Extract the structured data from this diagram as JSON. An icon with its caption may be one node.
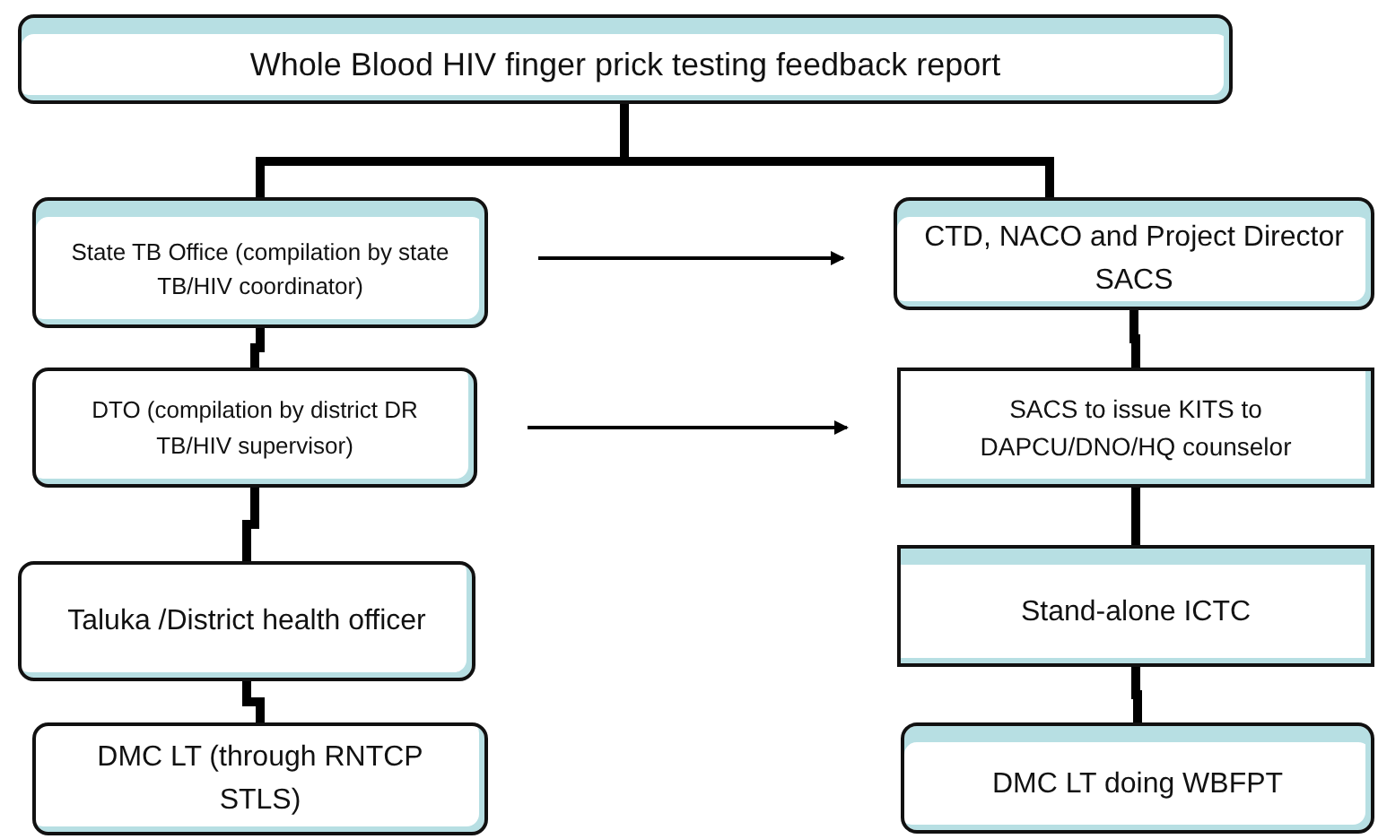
{
  "diagram": {
    "nodes": [
      {
        "text": [
          "Whole Blood HIV finger prick testing feedback report"
        ]
      },
      {
        "text": [
          "State TB Office (compilation by state TB/HIV coordinator)"
        ]
      },
      {
        "text": [
          "DTO (compilation by district DR TB/HIV supervisor)"
        ]
      },
      {
        "text": [
          "Taluka /District health officer"
        ]
      },
      {
        "text": [
          "DMC LT (through RNTCP STLS)"
        ]
      },
      {
        "text": [
          "CTD, NACO and Project Director SACS"
        ]
      },
      {
        "text": [
          "SACS to issue KITS to DAPCU/DNO/HQ counselor"
        ]
      },
      {
        "text": [
          "Stand-alone ICTC"
        ]
      },
      {
        "text": [
          "DMC LT doing WBFPT"
        ]
      }
    ],
    "edges": [
      {
        "from": 0,
        "to": 1,
        "arrow": "none"
      },
      {
        "from": 0,
        "to": 5,
        "arrow": "none"
      },
      {
        "from": 1,
        "to": 2,
        "arrow": "none"
      },
      {
        "from": 2,
        "to": 3,
        "arrow": "none"
      },
      {
        "from": 3,
        "to": 4,
        "arrow": "none"
      },
      {
        "from": 5,
        "to": 6,
        "arrow": "none"
      },
      {
        "from": 6,
        "to": 7,
        "arrow": "none"
      },
      {
        "from": 7,
        "to": 8,
        "arrow": "none"
      },
      {
        "from": 1,
        "to": 5,
        "arrow": "to"
      },
      {
        "from": 2,
        "to": 6,
        "arrow": "to"
      }
    ]
  }
}
